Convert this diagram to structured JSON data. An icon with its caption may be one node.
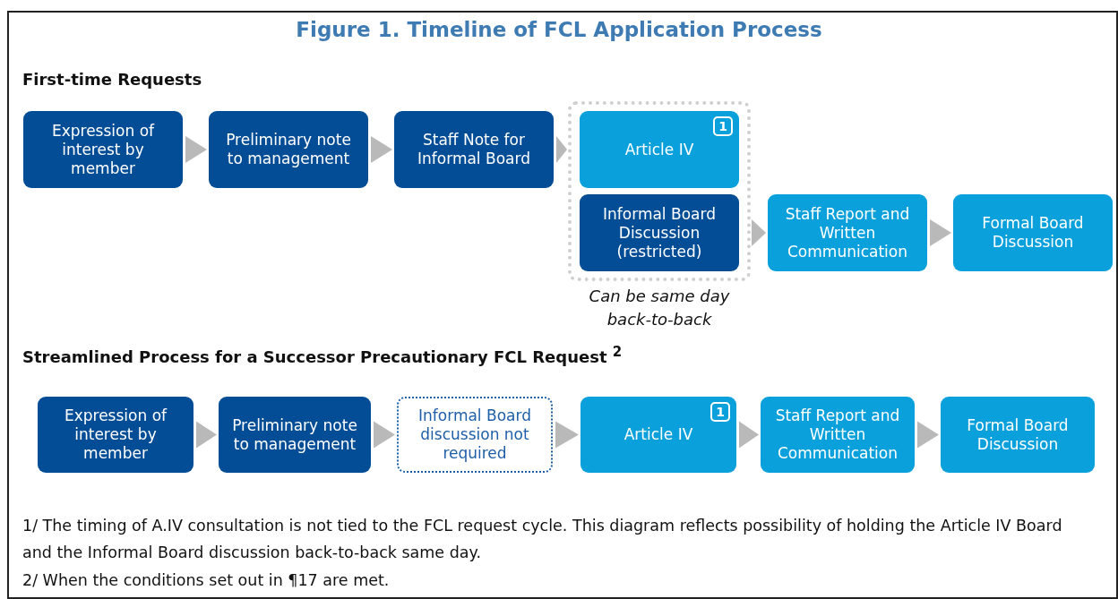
{
  "diagram": {
    "title": "Figure 1. Timeline of FCL Application Process",
    "nodes": [
      {
        "text": [
          "Expression of interest by member"
        ]
      },
      {
        "text": [
          "Preliminary note to management"
        ]
      },
      {
        "text": [
          "Staff Note for Informal Board"
        ]
      },
      {
        "text": [],
        "shape": "box",
        "beside": [
          "Can be same day back-to-back"
        ]
      },
      {
        "text": [
          "Article IV",
          "1"
        ],
        "in": 3
      },
      {
        "text": [
          "Informal Board Discussion (restricted)"
        ],
        "in": 3
      },
      {
        "text": [
          "Staff Report and Written Communication"
        ]
      },
      {
        "text": [
          "Formal Board Discussion"
        ]
      },
      {
        "text": [
          "Expression of interest by member"
        ]
      },
      {
        "text": [
          "Preliminary note to management"
        ]
      },
      {
        "text": [
          "Informal Board discussion not required"
        ]
      },
      {
        "text": [
          "Article IV",
          "1"
        ]
      },
      {
        "text": [
          "Staff Report and Written Communication"
        ]
      },
      {
        "text": [
          "Formal Board Discussion"
        ]
      }
    ],
    "edges": [
      {
        "from": 0,
        "to": 1,
        "arrow": "to"
      },
      {
        "from": 1,
        "to": 2,
        "arrow": "to"
      },
      {
        "from": 2,
        "to": 3,
        "arrow": "to"
      },
      {
        "from": 3,
        "to": 6,
        "arrow": "to"
      },
      {
        "from": 6,
        "to": 7,
        "arrow": "to"
      },
      {
        "from": 8,
        "to": 9,
        "arrow": "to"
      },
      {
        "from": 9,
        "to": 10,
        "arrow": "to"
      },
      {
        "from": 10,
        "to": 11,
        "arrow": "to"
      },
      {
        "from": 11,
        "to": 12,
        "arrow": "to"
      },
      {
        "from": 12,
        "to": 13,
        "arrow": "to"
      }
    ],
    "labels": [
      "First-time Requests",
      "Streamlined Process for a Successor Precautionary FCL Request $^{2}$",
      "1/ The timing of A.IV consultation is not tied to the FCL request cycle. This diagram reflects possibility of holding the Article IV Board and the Informal Board discussion back-to-back same day.",
      "2/ When the conditions set out in ¶17 are met."
    ]
  }
}
